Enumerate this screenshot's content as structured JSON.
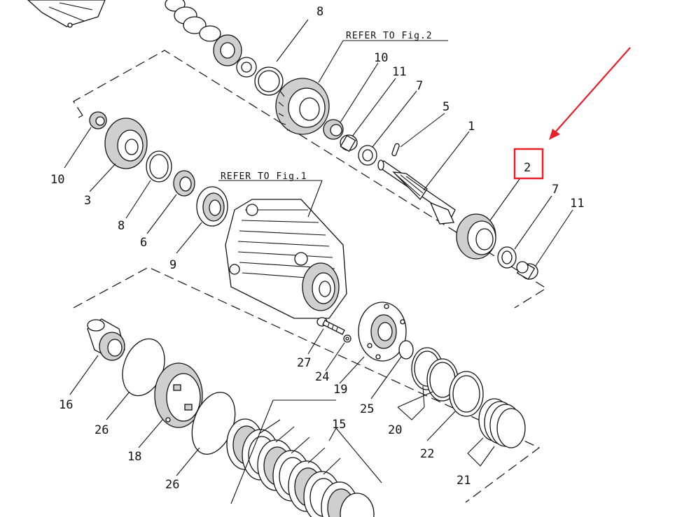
{
  "references": [
    {
      "id": "ref-fig2",
      "text": "REFER TO Fig.2"
    },
    {
      "id": "ref-fig1",
      "text": "REFER TO Fig.1"
    }
  ],
  "labels": [
    {
      "id": "8a",
      "text": "8"
    },
    {
      "id": "10a",
      "text": "10"
    },
    {
      "id": "11a",
      "text": "11"
    },
    {
      "id": "7a",
      "text": "7"
    },
    {
      "id": "5",
      "text": "5"
    },
    {
      "id": "1",
      "text": "1"
    },
    {
      "id": "2",
      "text": "2"
    },
    {
      "id": "7b",
      "text": "7"
    },
    {
      "id": "11b",
      "text": "11"
    },
    {
      "id": "10b",
      "text": "10"
    },
    {
      "id": "3",
      "text": "3"
    },
    {
      "id": "8b",
      "text": "8"
    },
    {
      "id": "6",
      "text": "6"
    },
    {
      "id": "9",
      "text": "9"
    },
    {
      "id": "27",
      "text": "27"
    },
    {
      "id": "24",
      "text": "24"
    },
    {
      "id": "19",
      "text": "19"
    },
    {
      "id": "25",
      "text": "25"
    },
    {
      "id": "20",
      "text": "20"
    },
    {
      "id": "22",
      "text": "22"
    },
    {
      "id": "21",
      "text": "21"
    },
    {
      "id": "16",
      "text": "16"
    },
    {
      "id": "26a",
      "text": "26"
    },
    {
      "id": "18",
      "text": "18"
    },
    {
      "id": "26b",
      "text": "26"
    },
    {
      "id": "15",
      "text": "15"
    }
  ],
  "highlight": {
    "label": "2",
    "color": "#e8202a"
  },
  "colors": {
    "ink": "#111111",
    "highlight": "#e8202a",
    "background": "#ffffff"
  }
}
